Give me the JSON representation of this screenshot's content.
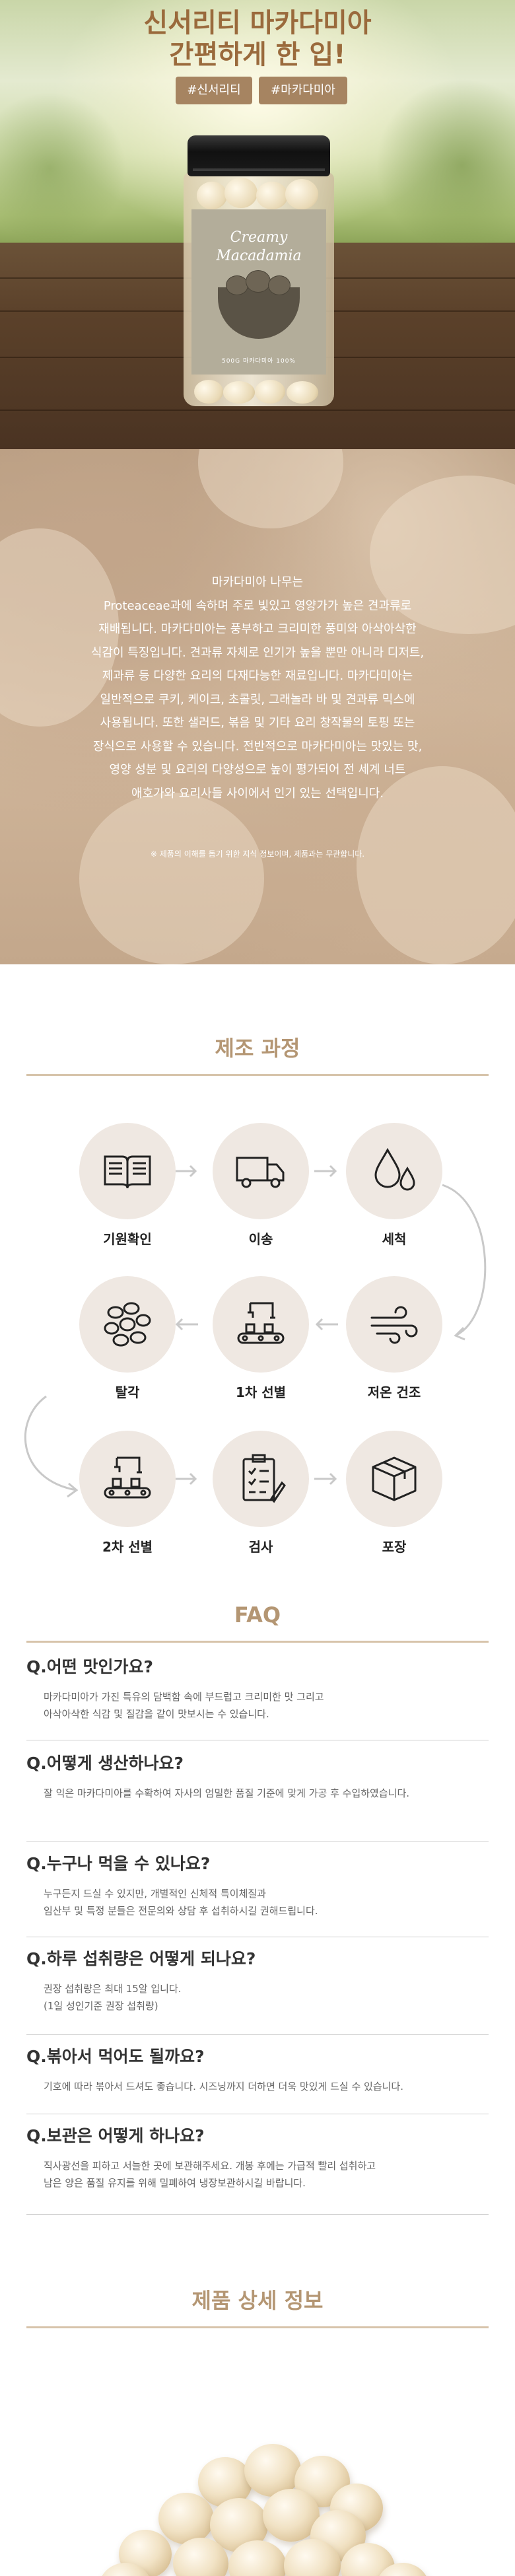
{
  "hero": {
    "title_line1": "신서리티 마카다미아",
    "title_line2": "간편하게 한 입!",
    "tags": [
      "#신서리티",
      "#마카다미아"
    ],
    "jar_label": {
      "brand_line1": "Creamy",
      "brand_line2": "Macadamia",
      "weight": "500G 마카다미아 100%"
    }
  },
  "intro": {
    "lines": [
      "마카다미아 나무는",
      "Proteaceae과에 속하며 주로 빛있고 영양가가 높은 견과류로",
      "재배됩니다. 마카다미아는 풍부하고 크리미한 풍미와 아삭아삭한",
      "식감이 특징입니다. 견과류 자체로 인기가 높을 뿐만 아니라 디저트,",
      "제과류 등 다양한 요리의 다재다능한 재료입니다. 마카다미아는",
      "일반적으로 쿠키, 케이크, 초콜릿, 그래놀라 바 및 견과류 믹스에",
      "사용됩니다. 또한 샐러드, 볶음 및 기타 요리 창작물의 토핑 또는",
      "장식으로 사용할 수 있습니다. 전반적으로 마카다미아는 맛있는 맛,",
      "영양 성분 및 요리의 다양성으로 높이 평가되어 전 세계 너트",
      "애호가와 요리사들 사이에서 인기 있는 선택입니다."
    ],
    "note": "※ 제품의 이해를 돕기 위한 지식 정보이며, 제품과는 무관합니다."
  },
  "process": {
    "title": "제조 과정",
    "steps": [
      {
        "label": "기원확인",
        "icon": "book-icon"
      },
      {
        "label": "이송",
        "icon": "truck-icon"
      },
      {
        "label": "세척",
        "icon": "water-drops-icon"
      },
      {
        "label": "저온 건조",
        "icon": "wind-icon"
      },
      {
        "label": "1차 선별",
        "icon": "conveyor-robot-icon"
      },
      {
        "label": "탈각",
        "icon": "nuts-icon"
      },
      {
        "label": "2차 선별",
        "icon": "conveyor-robot-icon"
      },
      {
        "label": "검사",
        "icon": "checklist-icon"
      },
      {
        "label": "포장",
        "icon": "package-box-icon"
      }
    ]
  },
  "faq": {
    "title": "FAQ",
    "items": [
      {
        "q": "Q.어떤 맛인가요?",
        "a": [
          "마카다미아가 가진 특유의 담백함 속에 부드럽고 크리미한 맛 그리고",
          "아삭아삭한 식감 및 질감을 같이 맛보시는 수 있습니다."
        ]
      },
      {
        "q": "Q.어떻게 생산하나요?",
        "a": [
          "잘 익은 마카다미아를 수확하여 자사의 엄밀한 품질 기준에 맞게 가공 후 수입하였습니다."
        ]
      },
      {
        "q": "Q.누구나 먹을 수 있나요?",
        "a": [
          "누구든지 드실 수 있지만, 개별적인 신체적 특이체질과",
          "임산부 및 특정 분들은 전문의와 상담 후 섭취하시길 권해드립니다."
        ]
      },
      {
        "q": "Q.하루 섭취량은 어떻게 되나요?",
        "a": [
          "권장 섭취량은 최대 15알 입니다.",
          "(1일 성인기준 권장 섭취량)"
        ]
      },
      {
        "q": "Q.볶아서 먹어도 될까요?",
        "a": [
          "기호에 따라 볶아서 드셔도 좋습니다. 시즈닝까지 더하면 더욱 맛있게 드실 수 있습니다."
        ]
      },
      {
        "q": "Q.보관은 어떻게 하나요?",
        "a": [
          "직사광선을 피하고 서늘한 곳에 보관해주세요. 개봉 후에는 가급적 빨리 섭취하고",
          "남은 양은 품질 유지를 위해 밀폐하여 냉장보관하시길 바랍니다."
        ]
      }
    ]
  },
  "detail": {
    "title": "제품 상세 정보"
  },
  "colors": {
    "accent_brown": "#b49673",
    "tag_bg": "#a68461",
    "hero_title": "#9a6a3c",
    "step_circle": "#efe8e2"
  }
}
